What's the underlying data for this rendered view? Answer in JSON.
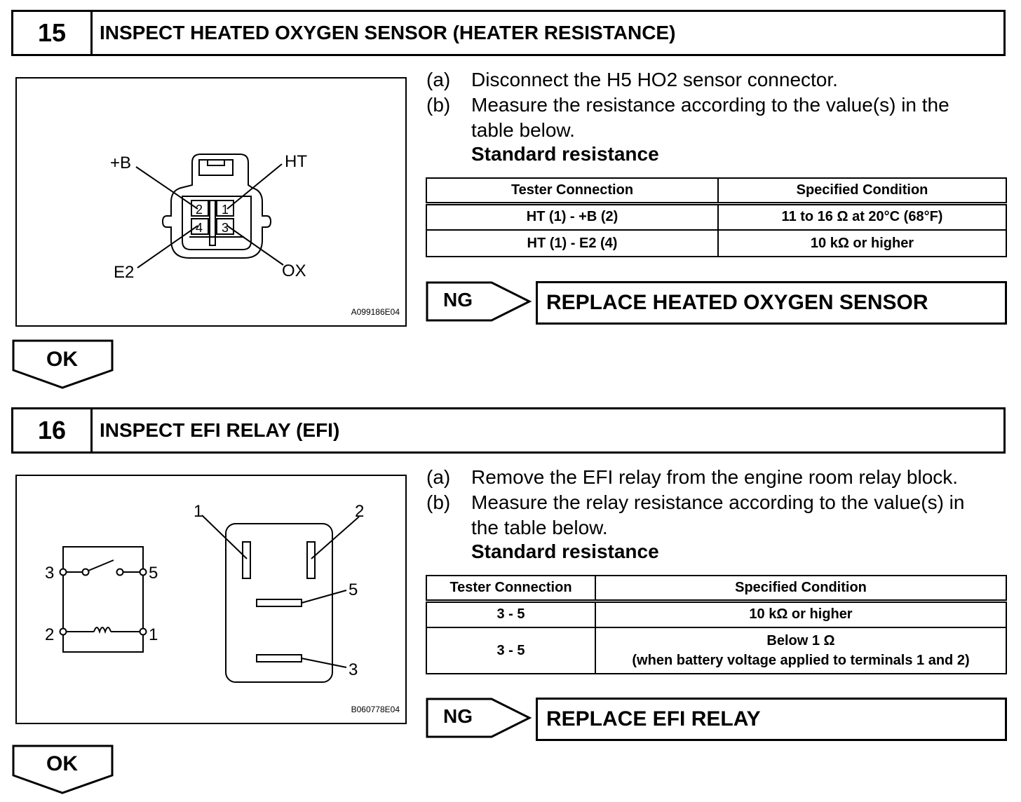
{
  "step15": {
    "number": "15",
    "title": "INSPECT HEATED OXYGEN SENSOR (HEATER RESISTANCE)",
    "figure": {
      "labels": {
        "b": "+B",
        "ht": "HT",
        "e2": "E2",
        "ox": "OX",
        "p2": "2",
        "p1": "1",
        "p4": "4",
        "p3": "3"
      },
      "code": "A099186E04"
    },
    "instructions": [
      {
        "label": "(a)",
        "lines": [
          "Disconnect the H5 HO2 sensor connector."
        ]
      },
      {
        "label": "(b)",
        "lines": [
          "Measure the resistance according to the value(s) in the",
          "table below."
        ]
      }
    ],
    "standard_label": "Standard resistance",
    "table": {
      "headers": [
        "Tester Connection",
        "Specified Condition"
      ],
      "rows": [
        [
          "HT (1) - +B (2)",
          "11 to 16 Ω at 20°C (68°F)"
        ],
        [
          "HT (1) - E2 (4)",
          "10 kΩ or higher"
        ]
      ]
    },
    "ng_label": "NG",
    "ng_result": "REPLACE HEATED OXYGEN SENSOR",
    "ok_label": "OK"
  },
  "step16": {
    "number": "16",
    "title": "INSPECT EFI RELAY (EFI)",
    "figure": {
      "labels": {
        "t3": "3",
        "t5": "5",
        "t2": "2",
        "t1": "1",
        "r1": "1",
        "r2": "2",
        "r5": "5",
        "r3": "3"
      },
      "code": "B060778E04"
    },
    "instructions": [
      {
        "label": "(a)",
        "lines": [
          "Remove the EFI relay from the engine room relay block."
        ]
      },
      {
        "label": "(b)",
        "lines": [
          "Measure the relay resistance according to the value(s) in",
          "the table below."
        ]
      }
    ],
    "standard_label": "Standard resistance",
    "table": {
      "headers": [
        "Tester Connection",
        "Specified Condition"
      ],
      "rows": [
        [
          "3 - 5",
          "10 kΩ or higher"
        ],
        [
          "3 - 5",
          "Below 1 Ω",
          "(when battery voltage applied to terminals 1 and 2)"
        ]
      ]
    },
    "ng_label": "NG",
    "ng_result": "REPLACE EFI RELAY",
    "ok_label": "OK"
  }
}
